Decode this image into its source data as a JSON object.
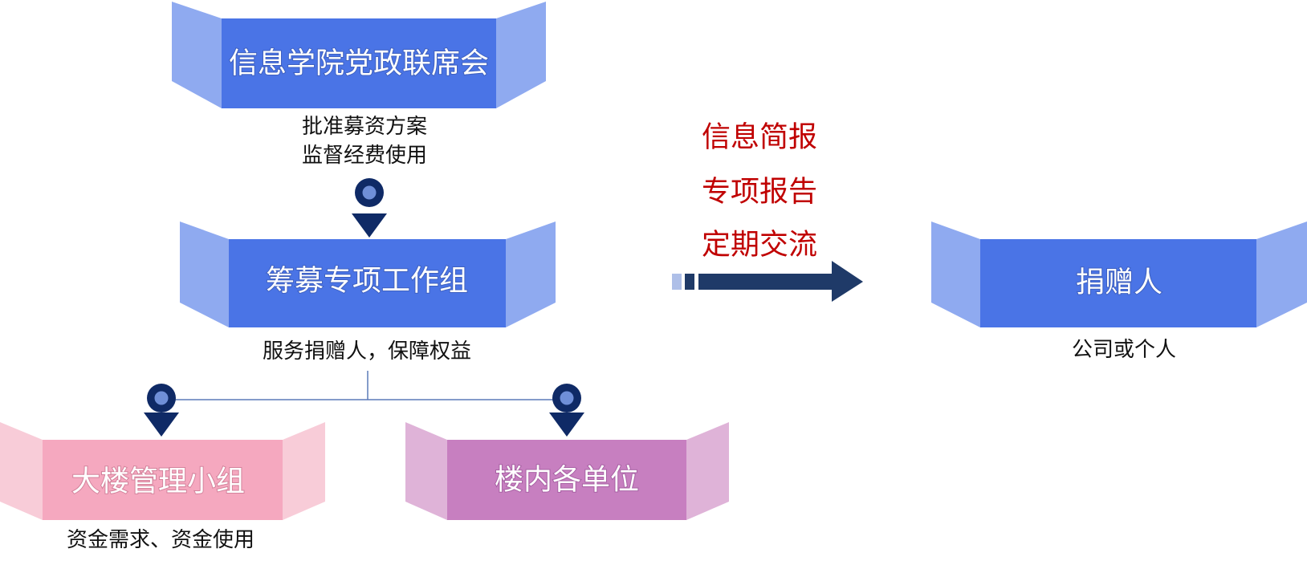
{
  "nodes": {
    "council": {
      "label": "信息学院党政联席会",
      "captions": [
        "批准募资方案",
        "监督经费使用"
      ],
      "colors": {
        "wing": "#8faaf0",
        "center": "#4a74e6"
      }
    },
    "working_group": {
      "label": "筹募专项工作组",
      "captions": [
        "服务捐赠人，保障权益"
      ],
      "colors": {
        "wing": "#8faaf0",
        "center": "#4a74e6"
      }
    },
    "building_group": {
      "label": "大楼管理小组",
      "captions": [
        "资金需求、资金使用"
      ],
      "colors": {
        "wing": "#f8ccd8",
        "center": "#f5a8bf"
      }
    },
    "units": {
      "label": "楼内各单位",
      "captions": [],
      "colors": {
        "wing": "#dfb3d8",
        "center": "#c77fc0"
      }
    },
    "donor": {
      "label": "捐赠人",
      "captions": [
        "公司或个人"
      ],
      "colors": {
        "wing": "#8faaf0",
        "center": "#4a74e6"
      }
    }
  },
  "reports": [
    "信息简报",
    "专项报告",
    "定期交流"
  ],
  "icons": {
    "marker": "location-pin-icon",
    "arrow": "right-arrow-icon"
  },
  "colors": {
    "connector": "#5b7ab8",
    "marker": "#0f2a66",
    "marker_dot": "#6f8fd8",
    "arrow": "#1f3a68",
    "arrow_tail_light": "#aebfe8",
    "report_text": "#c00000"
  }
}
